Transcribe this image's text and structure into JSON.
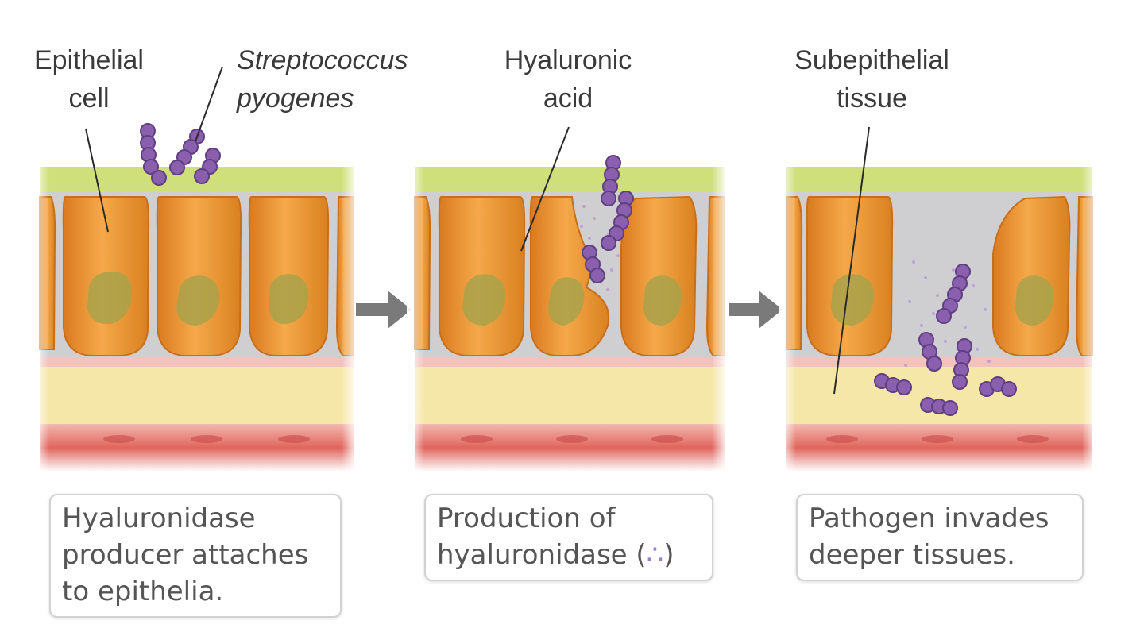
{
  "labels": {
    "epithelial_line1": "Epithelial",
    "epithelial_line2": "cell",
    "strep_line1": "Streptococcus",
    "strep_line2": "pyogenes",
    "hyaluronic_line1": "Hyaluronic",
    "hyaluronic_line2": "acid",
    "subepithelial_line1": "Subepithelial",
    "subepithelial_line2": "tissue"
  },
  "captions": {
    "panel1_line1": "Hyaluronidase",
    "panel1_line2": "producer attaches",
    "panel1_line3": "to epithelia.",
    "panel2_line1": "Production of",
    "panel2_line2a": "hyaluronidase (",
    "panel2_symbol": "∴",
    "panel2_line2b": ")",
    "panel3_line1": "Pathogen invades",
    "panel3_line2": "deeper tissues."
  },
  "colors": {
    "cell": "#e8932e",
    "nucleus": "#a8a24a",
    "bacteria": "#8a5fae",
    "mucus": "#cfe07a",
    "matrix": "#cfcfd1",
    "subepithelial": "#f5e7a8",
    "vessel": "#d9534f",
    "arrow": "#7a7a7a"
  }
}
